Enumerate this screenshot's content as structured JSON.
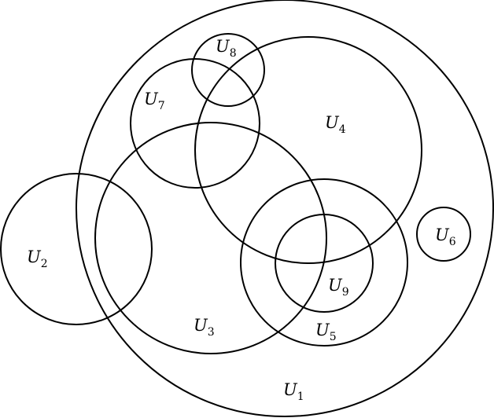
{
  "diagram": {
    "sets": [
      {
        "id": "U1",
        "base": "U",
        "sub": "1"
      },
      {
        "id": "U2",
        "base": "U",
        "sub": "2"
      },
      {
        "id": "U3",
        "base": "U",
        "sub": "3"
      },
      {
        "id": "U4",
        "base": "U",
        "sub": "4"
      },
      {
        "id": "U5",
        "base": "U",
        "sub": "5"
      },
      {
        "id": "U6",
        "base": "U",
        "sub": "6"
      },
      {
        "id": "U7",
        "base": "U",
        "sub": "7"
      },
      {
        "id": "U8",
        "base": "U",
        "sub": "8"
      },
      {
        "id": "U9",
        "base": "U",
        "sub": "9"
      }
    ]
  }
}
